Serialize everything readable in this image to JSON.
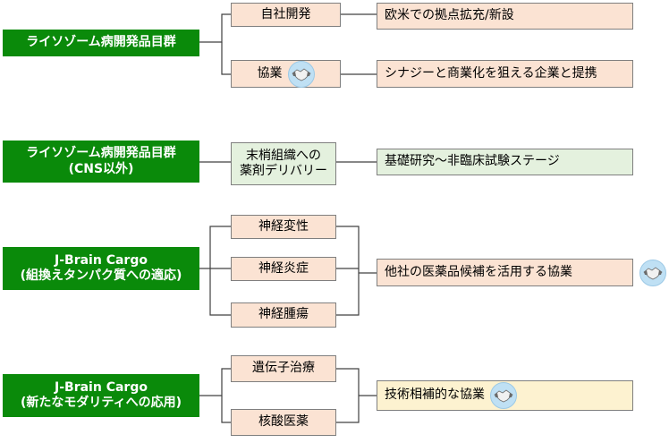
{
  "groups": [
    {
      "source_lines": [
        "ライソゾーム病開発品目群"
      ],
      "branches": [
        "自社開発",
        "協業"
      ],
      "outcomes": [
        "欧米での拠点拡充/新設",
        "シナジーと商業化を狙える企業と提携"
      ]
    },
    {
      "source_lines": [
        "ライソゾーム病開発品目群",
        "(CNS以外)"
      ],
      "branch_lines": [
        "末梢組織への",
        "薬剤デリバリー"
      ],
      "outcome": "基礎研究～非臨床試験ステージ"
    },
    {
      "source_lines": [
        "J-Brain Cargo",
        "(組換えタンパク質への適応)"
      ],
      "branches": [
        "神経変性",
        "神経炎症",
        "神経腫瘍"
      ],
      "outcome": "他社の医薬品候補を活用する協業"
    },
    {
      "source_lines": [
        "J-Brain Cargo",
        "(新たなモダリティへの応用)"
      ],
      "branches": [
        "遺伝子治療",
        "核酸医薬"
      ],
      "outcome": "技術相補的な協業"
    }
  ],
  "icons": [
    "handshake-icon"
  ],
  "colors": {
    "source_fill": "#0a8a0a",
    "branch_fill": "#fbe3d3",
    "outcome_mint": "#e4f1de",
    "outcome_cream": "#fdf2d0",
    "outcome_peach": "#fbe3d3",
    "connector": "#404040"
  }
}
